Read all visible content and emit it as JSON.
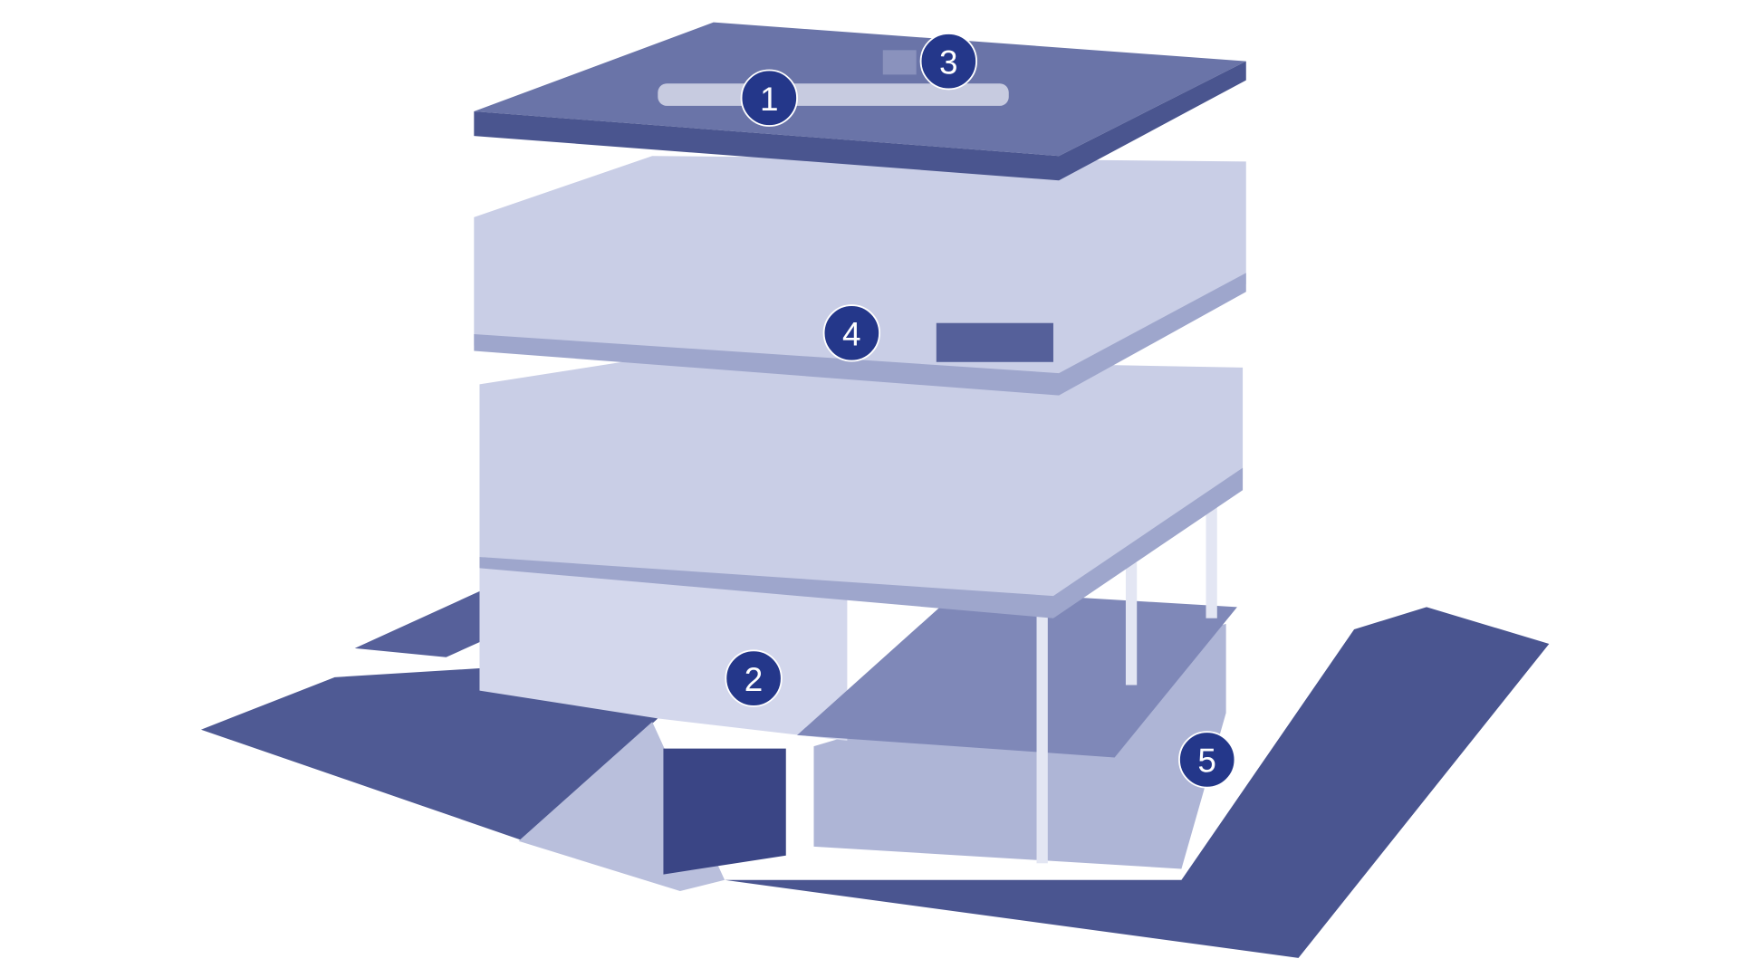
{
  "colors": {
    "marker": "#24378a",
    "roof": "#55609a",
    "building": "#c9cee6",
    "grass": "#4a5590"
  },
  "markers": [
    {
      "label": "1"
    },
    {
      "label": "2"
    },
    {
      "label": "3"
    },
    {
      "label": "4"
    },
    {
      "label": "5"
    }
  ]
}
